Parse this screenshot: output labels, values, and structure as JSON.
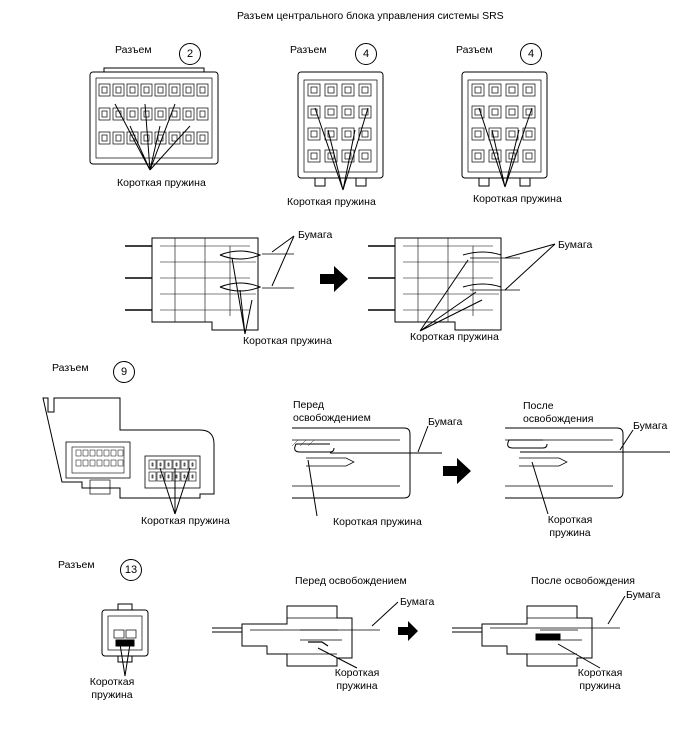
{
  "title": "Разъем центрального блока управления системы SRS",
  "labels": {
    "connector": "Разъем",
    "short_spring": "Короткая пружина",
    "short_spring_l1": "Короткая",
    "short_spring_l2": "пружина",
    "paper": "Бумага",
    "before_release": "Перед освобождением",
    "before_release_l1": "Перед",
    "before_release_l2": "освобождением",
    "after_release": "После освобождения",
    "after_release_l1": "После",
    "after_release_l2": "освобождения"
  },
  "connectors": {
    "c2": "2",
    "c4a": "4",
    "c4b": "4",
    "c9": "9",
    "c13": "13"
  }
}
